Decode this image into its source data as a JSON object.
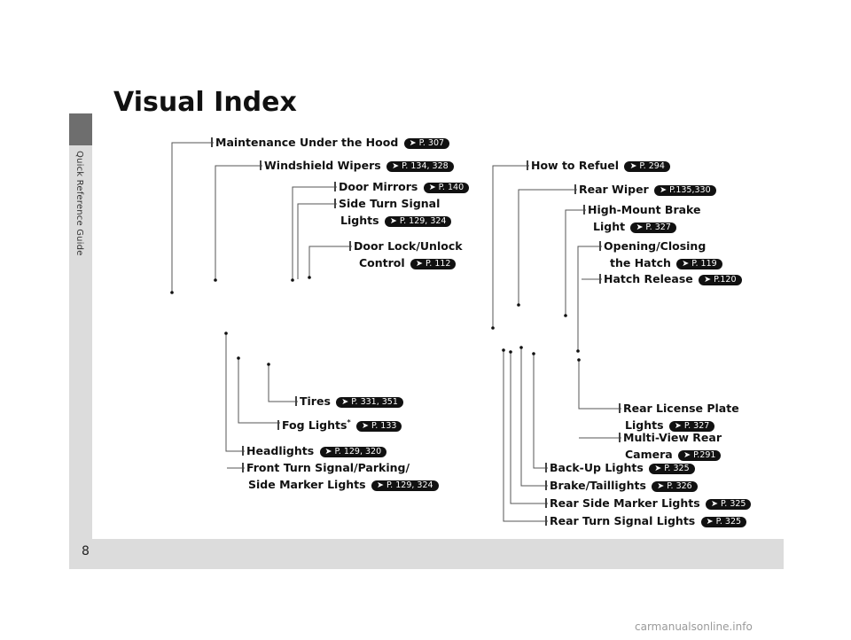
{
  "page": {
    "sidebar_label": "Quick Reference Guide",
    "page_number": "8",
    "title": "Visual Index",
    "watermark": "carmanualsonline.info"
  },
  "ref_prefix": "P.",
  "items": [
    {
      "id": "maintenance",
      "lines": [
        "Maintenance Under the Hood"
      ],
      "ref": "307"
    },
    {
      "id": "wipers",
      "lines": [
        "Windshield Wipers"
      ],
      "ref": "134, 328"
    },
    {
      "id": "door-mirrors",
      "lines": [
        "Door Mirrors"
      ],
      "ref": "140"
    },
    {
      "id": "side-turn",
      "lines": [
        "Side Turn Signal",
        "Lights"
      ],
      "ref": "129, 324"
    },
    {
      "id": "door-lock",
      "lines": [
        "Door Lock/Unlock",
        "Control"
      ],
      "ref": "112"
    },
    {
      "id": "refuel",
      "lines": [
        "How to Refuel"
      ],
      "ref": "294"
    },
    {
      "id": "rear-wiper",
      "lines": [
        "Rear Wiper"
      ],
      "ref": "135,330"
    },
    {
      "id": "high-mount",
      "lines": [
        "High-Mount Brake",
        "Light"
      ],
      "ref": "327"
    },
    {
      "id": "hatch-open",
      "lines": [
        "Opening/Closing",
        "the Hatch"
      ],
      "ref": "119"
    },
    {
      "id": "hatch-release",
      "lines": [
        "Hatch Release"
      ],
      "ref": "120"
    },
    {
      "id": "tires",
      "lines": [
        "Tires"
      ],
      "ref": "331, 351"
    },
    {
      "id": "fog",
      "lines": [
        "Fog Lights"
      ],
      "ref": "133",
      "asterisk": "*"
    },
    {
      "id": "headlights",
      "lines": [
        "Headlights"
      ],
      "ref": "129, 320"
    },
    {
      "id": "front-turn",
      "lines": [
        "Front Turn Signal/Parking/",
        "Side Marker Lights"
      ],
      "ref": "129, 324"
    },
    {
      "id": "license",
      "lines": [
        "Rear License Plate",
        "Lights"
      ],
      "ref": "327"
    },
    {
      "id": "camera",
      "lines": [
        "Multi-View Rear",
        "Camera"
      ],
      "ref": "291"
    },
    {
      "id": "backup",
      "lines": [
        "Back-Up Lights"
      ],
      "ref": "325"
    },
    {
      "id": "brake",
      "lines": [
        "Brake/Taillights"
      ],
      "ref": "326"
    },
    {
      "id": "rear-side-marker",
      "lines": [
        "Rear Side Marker Lights"
      ],
      "ref": "325"
    },
    {
      "id": "rear-turn",
      "lines": [
        "Rear Turn Signal Lights"
      ],
      "ref": "325"
    }
  ]
}
